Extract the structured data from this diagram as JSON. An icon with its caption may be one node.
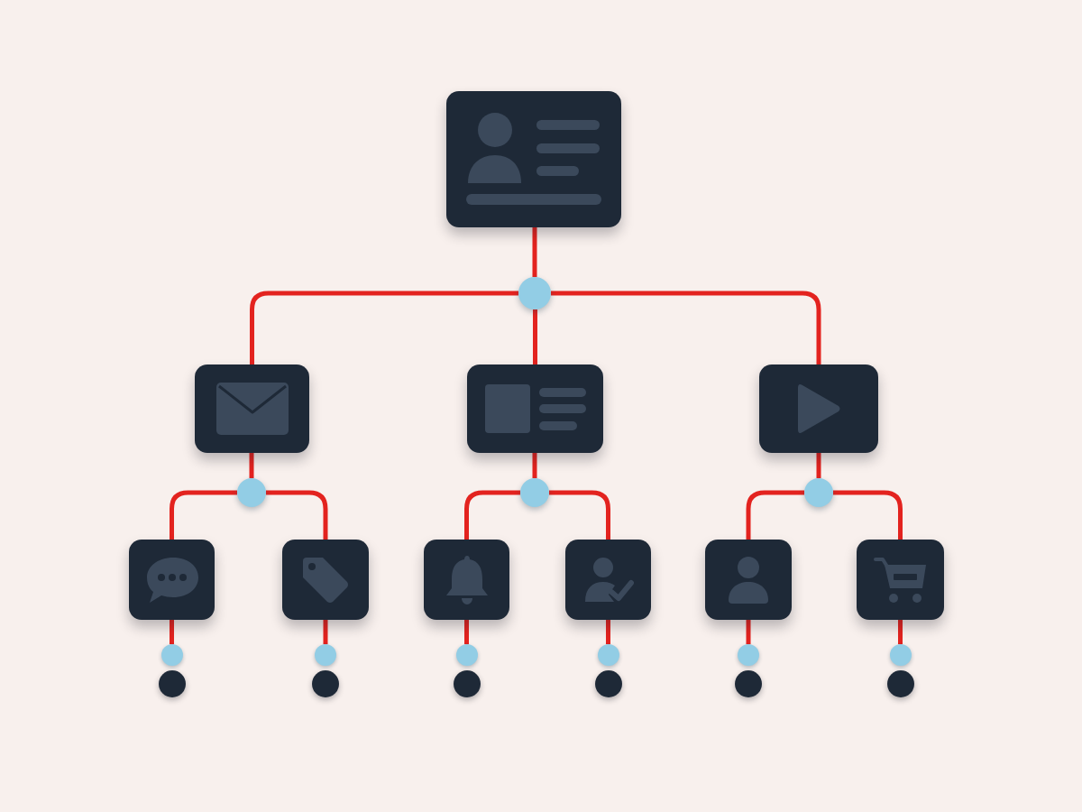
{
  "diagram": {
    "nodes": [
      {
        "text": [],
        "shape": "box"
      },
      {
        "text": [],
        "shape": "circle"
      },
      {
        "text": [],
        "shape": "box"
      },
      {
        "text": [],
        "shape": "box"
      },
      {
        "text": [],
        "shape": "box"
      },
      {
        "text": [],
        "shape": "circle"
      },
      {
        "text": [],
        "shape": "circle"
      },
      {
        "text": [],
        "shape": "circle"
      },
      {
        "text": [],
        "shape": "box"
      },
      {
        "text": [],
        "shape": "box"
      },
      {
        "text": [],
        "shape": "box"
      },
      {
        "text": [],
        "shape": "box"
      },
      {
        "text": [],
        "shape": "box"
      },
      {
        "text": [],
        "shape": "box"
      },
      {
        "text": [],
        "shape": "circle"
      },
      {
        "text": [],
        "shape": "circle"
      },
      {
        "text": [],
        "shape": "circle"
      },
      {
        "text": [],
        "shape": "circle"
      },
      {
        "text": [],
        "shape": "circle"
      },
      {
        "text": [],
        "shape": "circle"
      },
      {
        "text": [],
        "shape": "circle"
      },
      {
        "text": [],
        "shape": "circle"
      },
      {
        "text": [],
        "shape": "circle"
      },
      {
        "text": [],
        "shape": "circle"
      },
      {
        "text": [],
        "shape": "circle"
      },
      {
        "text": [],
        "shape": "circle"
      }
    ],
    "edges": [
      {
        "from": 0,
        "to": 1,
        "arrow": "none"
      },
      {
        "from": 1,
        "to": 2,
        "arrow": "none"
      },
      {
        "from": 1,
        "to": 3,
        "arrow": "none"
      },
      {
        "from": 1,
        "to": 4,
        "arrow": "none"
      },
      {
        "from": 2,
        "to": 5,
        "arrow": "none"
      },
      {
        "from": 3,
        "to": 6,
        "arrow": "none"
      },
      {
        "from": 4,
        "to": 7,
        "arrow": "none"
      },
      {
        "from": 5,
        "to": 8,
        "arrow": "none"
      },
      {
        "from": 5,
        "to": 9,
        "arrow": "none"
      },
      {
        "from": 6,
        "to": 10,
        "arrow": "none"
      },
      {
        "from": 6,
        "to": 11,
        "arrow": "none"
      },
      {
        "from": 7,
        "to": 12,
        "arrow": "none"
      },
      {
        "from": 7,
        "to": 13,
        "arrow": "none"
      },
      {
        "from": 8,
        "to": 14,
        "arrow": "none"
      },
      {
        "from": 9,
        "to": 15,
        "arrow": "none"
      },
      {
        "from": 10,
        "to": 16,
        "arrow": "none"
      },
      {
        "from": 11,
        "to": 17,
        "arrow": "none"
      },
      {
        "from": 12,
        "to": 18,
        "arrow": "none"
      },
      {
        "from": 13,
        "to": 19,
        "arrow": "none"
      }
    ]
  }
}
